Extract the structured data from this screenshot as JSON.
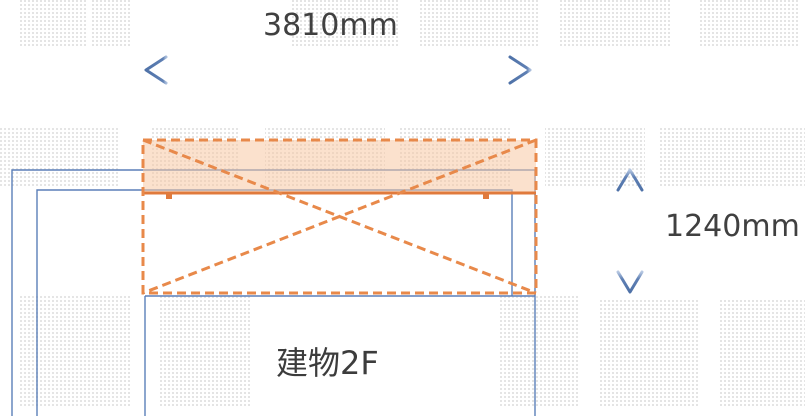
{
  "dimensions": {
    "width": "3810mm",
    "height": "1240mm"
  },
  "building": {
    "label": "建物2F"
  },
  "colors": {
    "arrow": "#4f72a8",
    "arrow_fade": "#9bb2d4",
    "building_line": "#5b7fb8",
    "unit_dash": "#e8894a",
    "unit_fill": "#f7c9a4",
    "watermark": "#e4e4e4"
  }
}
